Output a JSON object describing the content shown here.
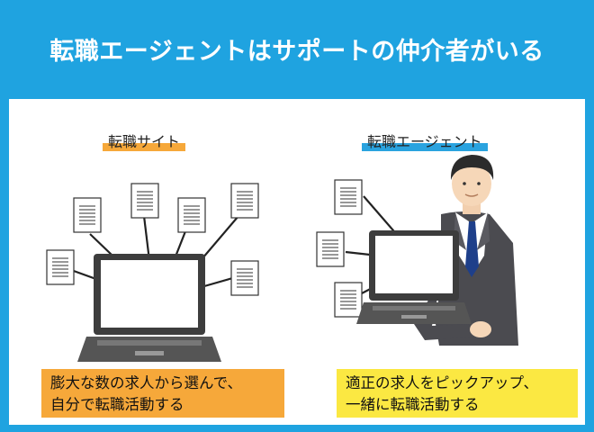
{
  "header": {
    "title": "転職エージェントはサポートの仲介者がいる"
  },
  "left": {
    "label": "転職サイト",
    "caption_line1": "膨大な数の求人から選んで、",
    "caption_line2": "自分で転職活動する"
  },
  "right": {
    "label": "転職エージェント",
    "caption_line1": "適正の求人をピックアップ、",
    "caption_line2": "一緒に転職活動する"
  },
  "colors": {
    "header_bg": "#1fa3e0",
    "left_accent": "#f6a83a",
    "right_accent": "#2aa3df",
    "right_caption": "#fbe842"
  }
}
